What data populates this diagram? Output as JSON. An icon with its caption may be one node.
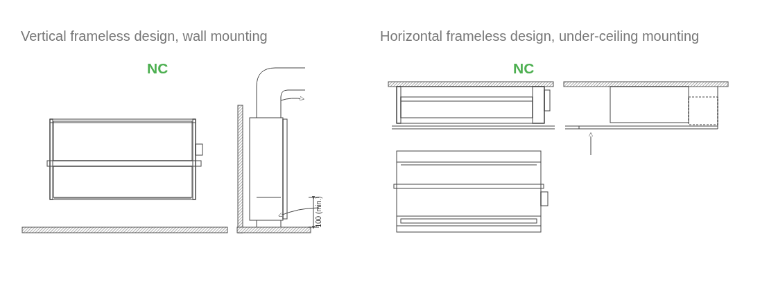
{
  "diagram": {
    "labels": [
      "Vertical frameless design, wall mounting",
      "Horizontal frameless design, under-ceiling mounting",
      "NC",
      "NC",
      "100 (min.)"
    ]
  }
}
